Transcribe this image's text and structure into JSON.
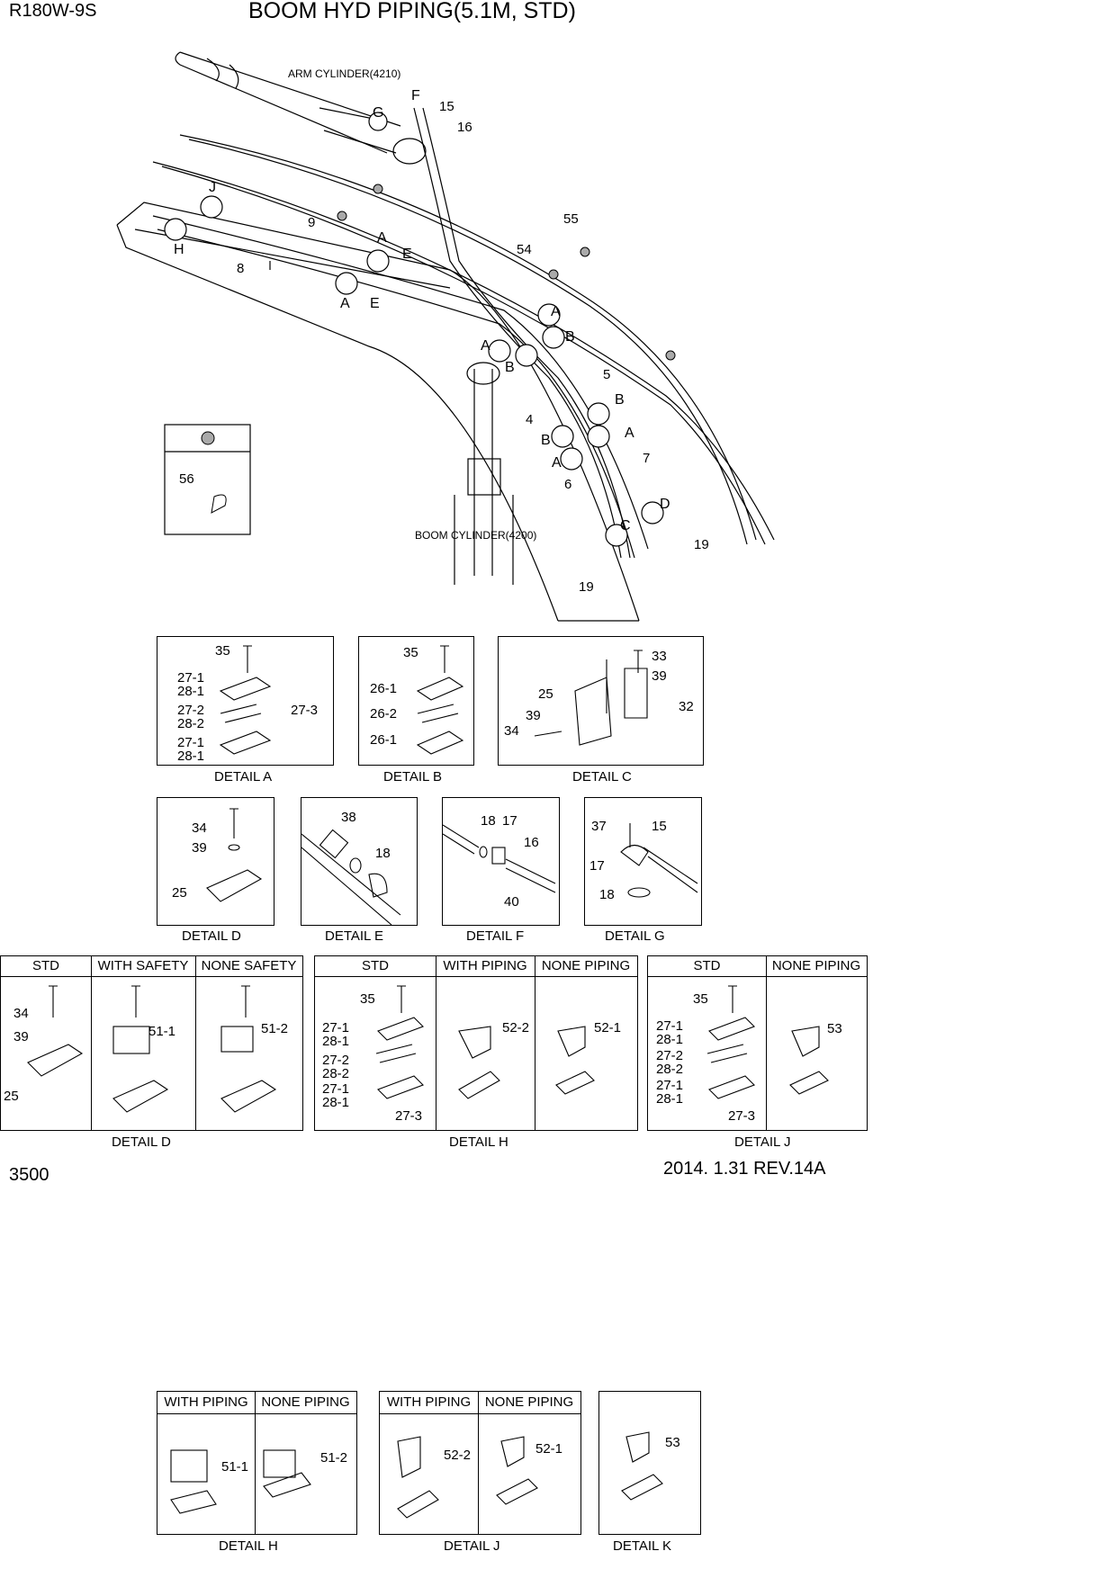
{
  "header": {
    "model": "R180W-9S",
    "title": "BOOM HYD PIPING(5.1M, STD)"
  },
  "main_labels": {
    "arm_cylinder": "ARM CYLINDER(4210)",
    "boom_cylinder": "BOOM CYLINDER(4200)",
    "callouts": [
      "F",
      "G",
      "15",
      "16",
      "55",
      "54",
      "J",
      "9",
      "H",
      "8",
      "A",
      "E",
      "A",
      "E",
      "A",
      "B",
      "A",
      "B",
      "5",
      "4",
      "B",
      "B",
      "A",
      "A",
      "7",
      "6",
      "D",
      "C",
      "19",
      "19"
    ],
    "legend_item": "56"
  },
  "details_row1": {
    "a": {
      "caption": "DETAIL A",
      "labels": [
        "35",
        "27-1",
        "28-1",
        "27-2",
        "28-2",
        "27-3",
        "27-1",
        "28-1"
      ]
    },
    "b": {
      "caption": "DETAIL B",
      "labels": [
        "35",
        "26-1",
        "26-2",
        "26-1"
      ]
    },
    "c": {
      "caption": "DETAIL C",
      "labels": [
        "33",
        "39",
        "25",
        "32",
        "39",
        "34"
      ]
    }
  },
  "details_row2": {
    "d": {
      "caption": "DETAIL D",
      "labels": [
        "34",
        "39",
        "25"
      ]
    },
    "e": {
      "caption": "DETAIL E",
      "labels": [
        "38",
        "18"
      ]
    },
    "f": {
      "caption": "DETAIL F",
      "labels": [
        "18",
        "17",
        "16",
        "40"
      ]
    },
    "g": {
      "caption": "DETAIL G",
      "labels": [
        "37",
        "15",
        "17",
        "18"
      ]
    }
  },
  "tables_row3": {
    "d": {
      "headers": [
        "STD",
        "WITH SAFETY",
        "NONE SAFETY"
      ],
      "caption": "DETAIL  D",
      "labels": [
        "34",
        "39",
        "25",
        "51-1",
        "51-2"
      ]
    },
    "h": {
      "headers": [
        "STD",
        "WITH PIPING",
        "NONE PIPING"
      ],
      "caption": "DETAIL  H",
      "labels": [
        "35",
        "27-1",
        "28-1",
        "27-2",
        "28-2",
        "27-1",
        "28-1",
        "27-3",
        "52-2",
        "52-1"
      ]
    },
    "j": {
      "headers": [
        "STD",
        "NONE PIPING"
      ],
      "caption": "DETAIL  J",
      "labels": [
        "35",
        "27-1",
        "28-1",
        "27-2",
        "28-2",
        "27-1",
        "28-1",
        "27-3",
        "53"
      ]
    }
  },
  "footer": {
    "page": "3500",
    "revision": "2014. 1.31  REV.14A"
  },
  "tables_bottom": {
    "h": {
      "headers": [
        "WITH PIPING",
        "NONE PIPING"
      ],
      "caption": "DETAIL  H",
      "labels": [
        "51-1",
        "51-2"
      ]
    },
    "j": {
      "headers": [
        "WITH PIPING",
        "NONE PIPING"
      ],
      "caption": "DETAIL  J",
      "labels": [
        "52-2",
        "52-1"
      ]
    },
    "k": {
      "caption": "DETAIL  K",
      "labels": [
        "53"
      ]
    }
  }
}
